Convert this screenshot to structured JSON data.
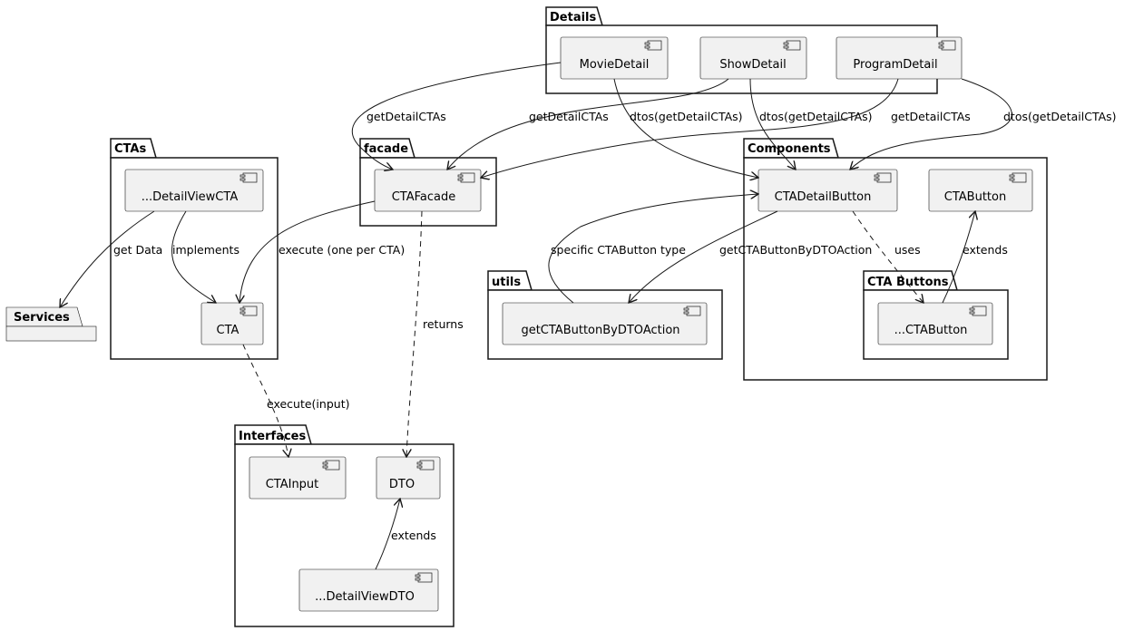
{
  "packages": {
    "details": "Details",
    "ctas": "CTAs",
    "facade": "facade",
    "components": "Components",
    "services": "Services",
    "utils": "utils",
    "cta_buttons": "CTA Buttons",
    "interfaces": "Interfaces"
  },
  "components": {
    "movie_detail": "MovieDetail",
    "show_detail": "ShowDetail",
    "program_detail": "ProgramDetail",
    "detail_view_cta": "...DetailViewCTA",
    "cta": "CTA",
    "cta_facade": "CTAFacade",
    "cta_detail_button": "CTADetailButton",
    "cta_button": "CTAButton",
    "get_cta_button_by_dto_action": "getCTAButtonByDTOAction",
    "specific_cta_button": "...CTAButton",
    "cta_input": "CTAInput",
    "dto": "DTO",
    "detail_view_dto": "...DetailViewDTO"
  },
  "edges": {
    "movie_to_facade": "getDetailCTAs",
    "show_to_facade": "getDetailCTAs",
    "movie_to_button": "dtos(getDetailCTAs)",
    "show_to_button": "dtos(getDetailCTAs)",
    "program_to_facade": "getDetailCTAs",
    "program_to_button": "dtos(getDetailCTAs)",
    "get_data": "get Data",
    "implements": "implements",
    "execute_one_per_cta": "execute (one per CTA)",
    "specific_type": "specific CTAButton type",
    "get_by_action": "getCTAButtonByDTOAction",
    "uses": "uses",
    "extends_button": "extends",
    "returns": "returns",
    "execute_input": "execute(input)",
    "extends_dto": "extends"
  },
  "colors": {
    "element_fill": "#f1f1f1",
    "stroke": "#181818",
    "background": "#ffffff"
  }
}
